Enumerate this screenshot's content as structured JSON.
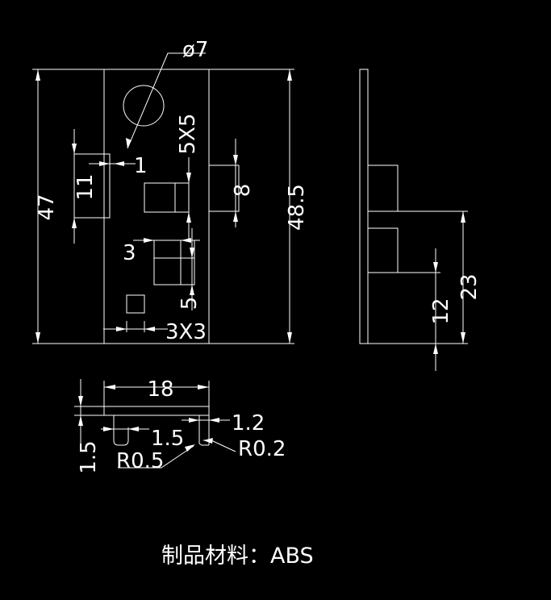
{
  "drawing": {
    "line_color": "#ffffff",
    "background": "#000000",
    "front_view": {
      "hole_diameter": "ø7",
      "square_size": "5X5",
      "small_gap": "1",
      "left_height": "11",
      "slot_height": "8",
      "overall_height_left": "47",
      "overall_height_right": "48.5",
      "step_width": "3",
      "step_height": "5",
      "bottom_square": "3X3"
    },
    "side_view": {
      "height_23": "23",
      "height_12": "12"
    },
    "bottom_view": {
      "width_18": "18",
      "thickness_1_5": "1.5",
      "pin_1_5": "1.5",
      "pin_1_2": "1.2",
      "radius_0_5": "R0.5",
      "radius_0_2": "R0.2"
    },
    "caption": "制品材料：ABS"
  }
}
